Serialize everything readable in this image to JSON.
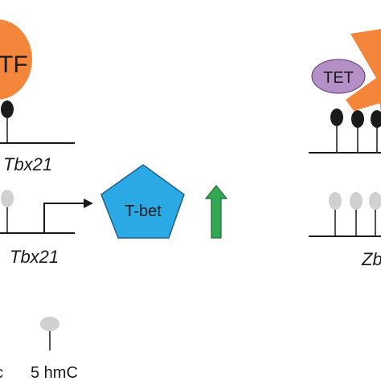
{
  "labels": {
    "tf": "TF",
    "tbx21_top": "Tbx21",
    "tbx21_bottom": "Tbx21",
    "tbet": "T-bet",
    "tet": "TET",
    "zb_partial": "Zb",
    "legend_5hmc": "5 hmC",
    "legend_left_partial": "c"
  },
  "colors": {
    "orange": "#f4863b",
    "tet_purple": "#b590c7",
    "tet_stroke": "#6c4a86",
    "tbet_blue": "#2aa9e5",
    "tbet_stroke": "#1f5f8a",
    "arrow_green": "#33a852",
    "arrow_stroke": "#1d6b33",
    "methyl_black": "#1a1a1a",
    "hydroxy_gray": "#d0d0d0"
  },
  "icons": {
    "methylated_cpg": "black-lollipop-icon",
    "hydroxymethylated_cpg": "gray-lollipop-icon",
    "upregulation": "up-arrow-icon",
    "transcription_start": "right-arrow-icon"
  }
}
